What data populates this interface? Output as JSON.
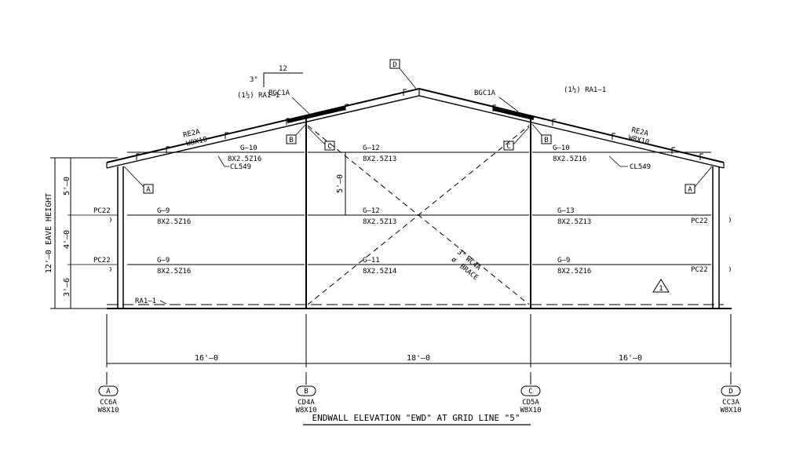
{
  "title": "ENDWALL ELEVATION \"EWD\" AT GRID LINE \"5\"",
  "roof": {
    "pitch_rise": "3\"",
    "pitch_run": "12",
    "rafter_left": {
      "mark": "RE2A",
      "size": "W8X10"
    },
    "rafter_right": {
      "mark": "RE2A",
      "size": "W8X10"
    },
    "ra_note_left": "(1½) RA1–1",
    "ra_note_right": "(1½) RA1–1",
    "bgc_left": "BGC1A",
    "bgc_right": "BGC1A"
  },
  "details": {
    "A": "A",
    "B": "B",
    "C": "C",
    "D": "D",
    "rev": "1"
  },
  "girts": {
    "left": [
      {
        "mark": "G–10",
        "size": "8X2.5Z16"
      },
      {
        "mark": "G–9",
        "size": "8X2.5Z16"
      },
      {
        "mark": "G–9",
        "size": "8X2.5Z16"
      }
    ],
    "middle": [
      {
        "mark": "G–12",
        "size": "8X2.5Z13"
      },
      {
        "mark": "G–12",
        "size": "8X2.5Z13"
      },
      {
        "mark": "G–11",
        "size": "8X2.5Z14"
      }
    ],
    "right": [
      {
        "mark": "G–10",
        "size": "8X2.5Z16"
      },
      {
        "mark": "G–13",
        "size": "8X2.5Z13"
      },
      {
        "mark": "G–9",
        "size": "8X2.5Z16"
      }
    ]
  },
  "clips": {
    "left": "CL549",
    "right": "CL549"
  },
  "pc_labels": {
    "left_upper": "PC22",
    "left_lower": "PC22",
    "right_upper": "PC22",
    "right_lower": "PC22"
  },
  "base_angle": "RA1–1",
  "brace": {
    "line1": "WC4A",
    "line2": "BRACE",
    "prefix1": "3\"",
    "prefix2": "ø"
  },
  "dims": {
    "eave_height": "12'–0 EAVE HEIGHT",
    "vert_top": "5'–0",
    "vert_mid": "4'–0",
    "vert_bot": "3'–6",
    "girt_spacing": "5'–0",
    "bay1": "16'–0",
    "bay2": "18'–0",
    "bay3": "16'–0"
  },
  "grid": [
    {
      "id": "A",
      "mark": "CC6A",
      "size": "W8X10"
    },
    {
      "id": "B",
      "mark": "CD4A",
      "size": "W8X10"
    },
    {
      "id": "C",
      "mark": "CD5A",
      "size": "W8X10"
    },
    {
      "id": "D",
      "mark": "CC3A",
      "size": "W8X10"
    }
  ]
}
